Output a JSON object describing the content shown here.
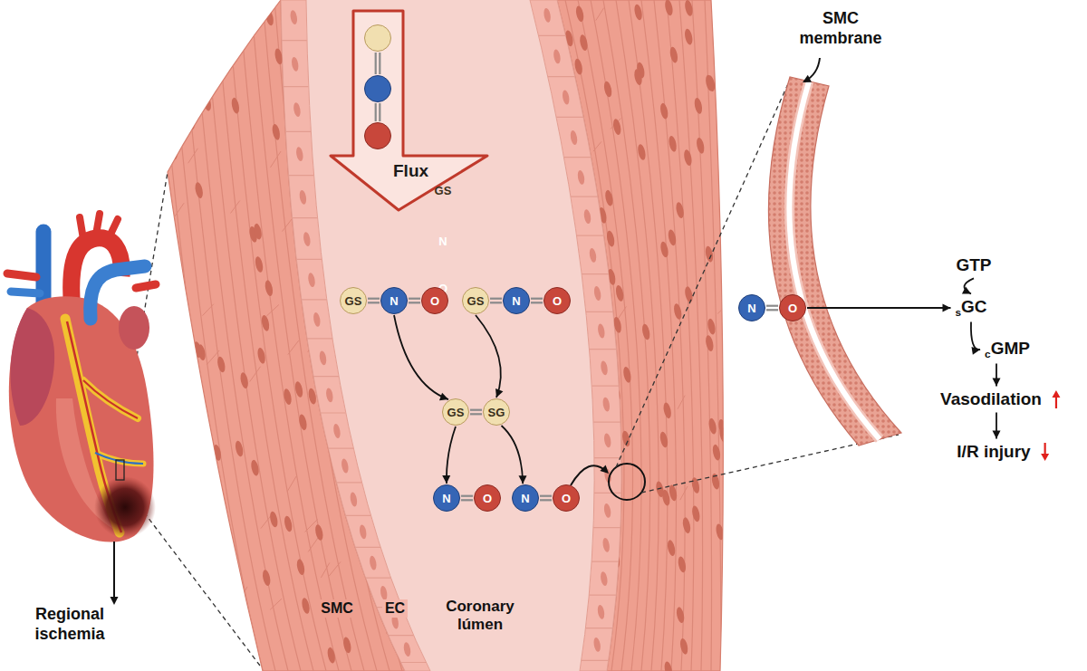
{
  "diagram": {
    "nodes": [
      {
        "text": [
          "Flux"
        ]
      },
      {
        "text": [
          "GS"
        ],
        "in": 0
      },
      {
        "text": [
          "N"
        ],
        "in": 0
      },
      {
        "text": [
          "O"
        ],
        "in": 0
      },
      {
        "text": [
          "GS"
        ]
      },
      {
        "text": [
          "N"
        ]
      },
      {
        "text": [
          "O"
        ]
      },
      {
        "text": [
          "GS"
        ]
      },
      {
        "text": [
          "N"
        ]
      },
      {
        "text": [
          "O"
        ]
      },
      {
        "text": [
          "GS"
        ]
      },
      {
        "text": [
          "SG"
        ]
      },
      {
        "text": [
          "N"
        ]
      },
      {
        "text": [
          "O"
        ]
      },
      {
        "text": [
          "N"
        ]
      },
      {
        "text": [
          "O"
        ]
      },
      {
        "text": [
          "N"
        ]
      },
      {
        "text": [
          "O"
        ]
      },
      {
        "text": [
          "GTP"
        ]
      },
      {
        "text": [
          "sGC"
        ]
      },
      {
        "text": [
          "cGMP"
        ]
      },
      {
        "text": [
          "Vasodilation"
        ]
      },
      {
        "text": [
          "I/R injury"
        ]
      }
    ],
    "edges": [
      {
        "from": 1,
        "to": 2,
        "arrow": "none"
      },
      {
        "from": 2,
        "to": 3,
        "arrow": "none"
      },
      {
        "from": 4,
        "to": 5,
        "arrow": "none"
      },
      {
        "from": 5,
        "to": 6,
        "arrow": "none"
      },
      {
        "from": 7,
        "to": 8,
        "arrow": "none"
      },
      {
        "from": 8,
        "to": 9,
        "arrow": "none"
      },
      {
        "from": 10,
        "to": 11,
        "arrow": "none"
      },
      {
        "from": 12,
        "to": 13,
        "arrow": "none"
      },
      {
        "from": 14,
        "to": 15,
        "arrow": "none"
      },
      {
        "from": 16,
        "to": 17,
        "arrow": "none"
      },
      {
        "from": 5,
        "to": 10,
        "arrow": "to"
      },
      {
        "from": 7,
        "to": 11,
        "arrow": "to"
      },
      {
        "from": 10,
        "to": 12,
        "arrow": "to"
      },
      {
        "from": 11,
        "to": 14,
        "arrow": "to"
      },
      {
        "from": 17,
        "to": 19,
        "arrow": "to"
      },
      {
        "from": 18,
        "to": 19,
        "arrow": "to"
      },
      {
        "from": 19,
        "to": 20,
        "arrow": "to"
      },
      {
        "from": 20,
        "to": 21,
        "arrow": "to"
      },
      {
        "from": 21,
        "to": 22,
        "arrow": "to"
      }
    ],
    "labels": [
      "Regional ischemia",
      "SMC",
      "EC",
      "Coronary lúmen",
      "SMC membrane"
    ]
  }
}
